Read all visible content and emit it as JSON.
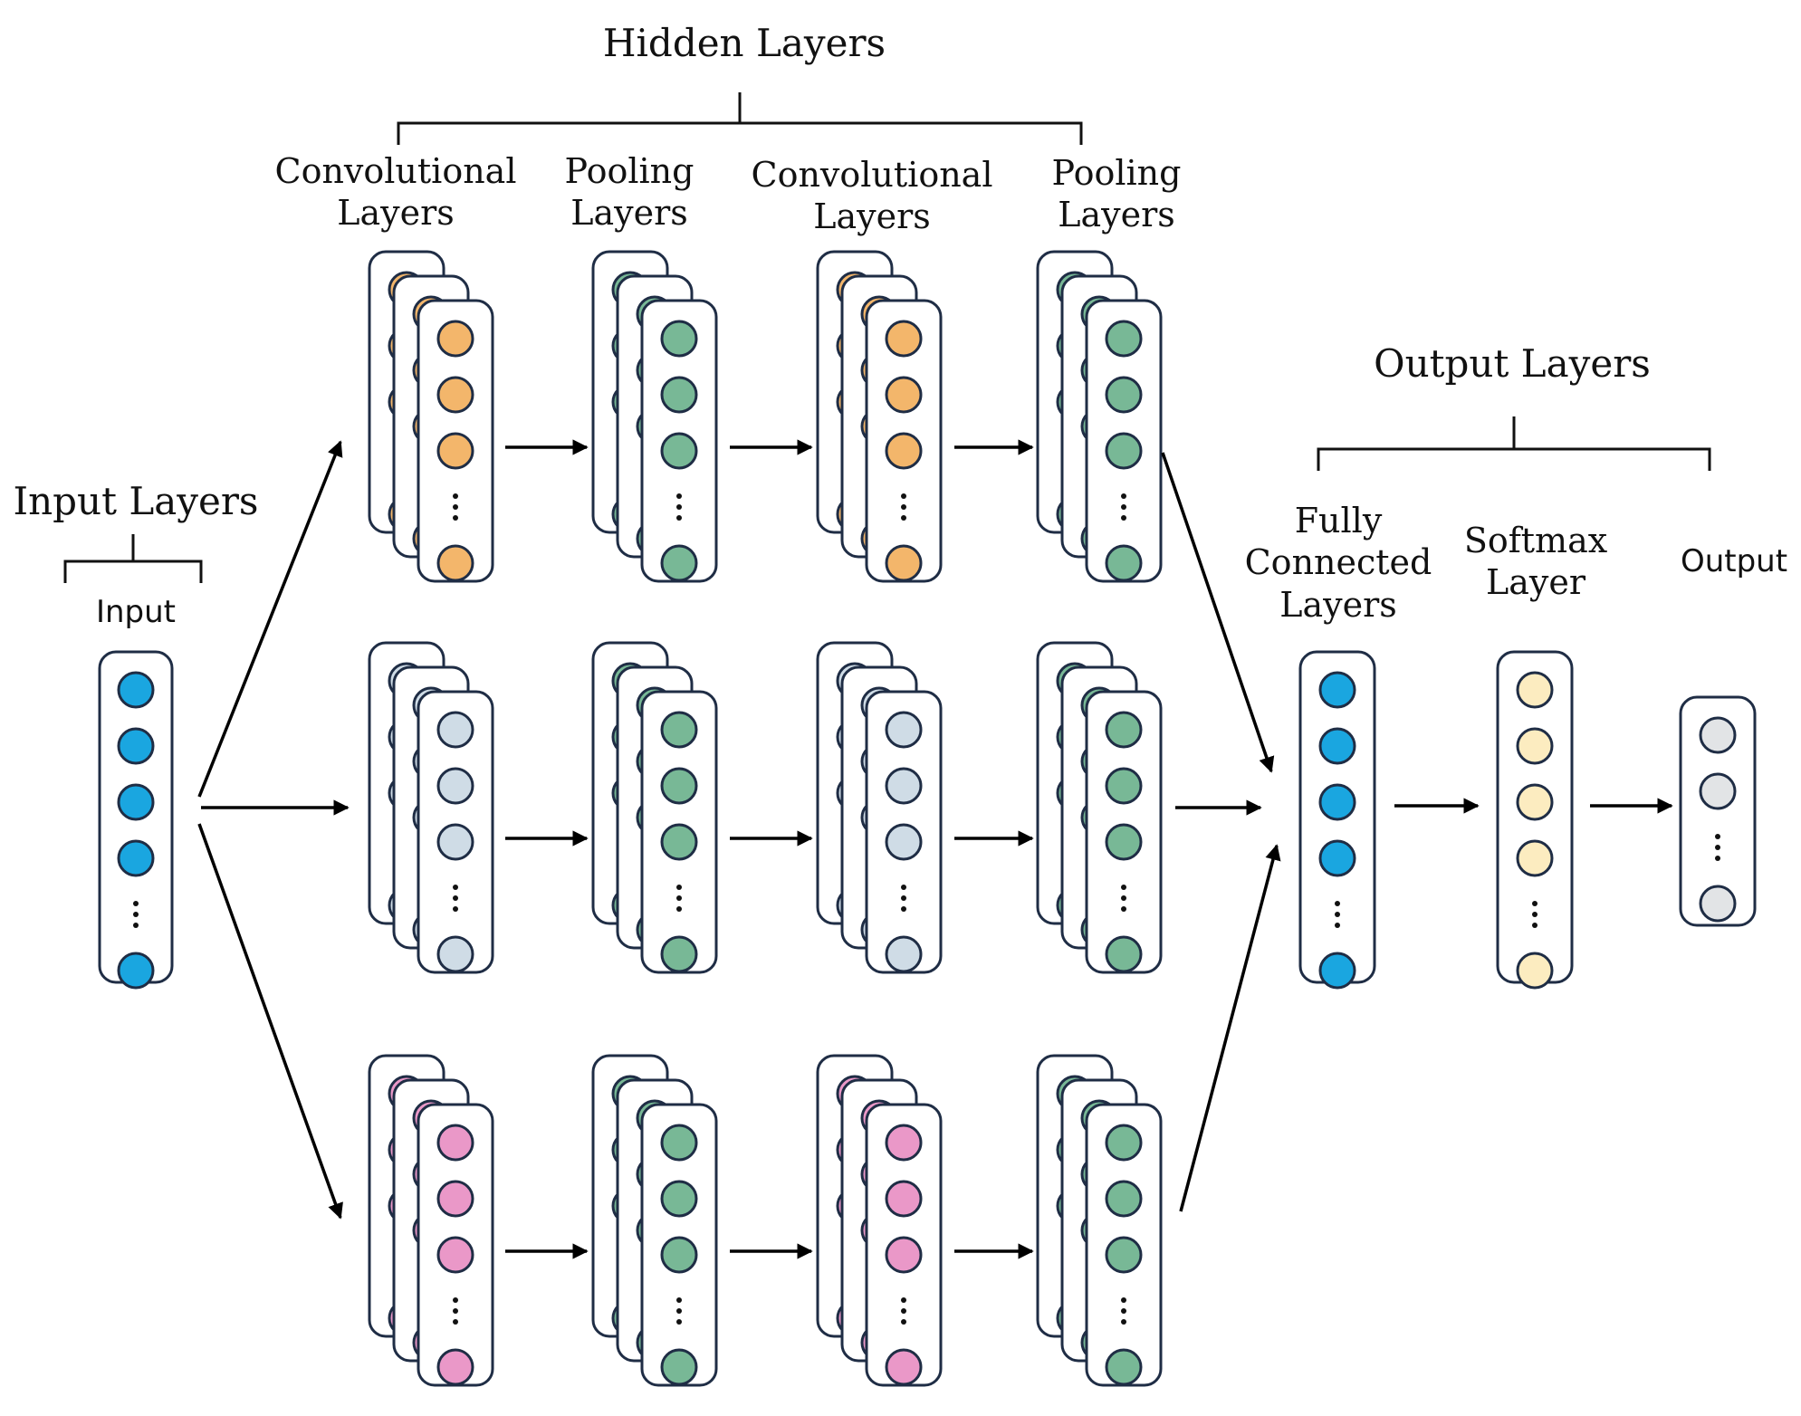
{
  "labels": {
    "hidden_layers": "Hidden Layers",
    "input_layers": "Input Layers",
    "input": "Input",
    "conv1_line1": "Convolutional",
    "conv1_line2": "Layers",
    "pool1_line1": "Pooling",
    "pool1_line2": "Layers",
    "conv2_line1": "Convolutional",
    "conv2_line2": "Layers",
    "pool2_line1": "Pooling",
    "pool2_line2": "Layers",
    "output_layers": "Output Layers",
    "fc_line1": "Fully",
    "fc_line2": "Connected",
    "fc_line3": "Layers",
    "softmax_line1": "Softmax",
    "softmax_line2": "Layer",
    "output": "Output"
  },
  "colors": {
    "outline": "#1f2d45",
    "arrow": "#000000",
    "input_node": "#1aa6e0",
    "orange_node": "#f3b66b",
    "green_node": "#78b896",
    "lightblue_node": "#cfdce6",
    "pink_node": "#ea98c8",
    "softmax_node": "#fcecc0",
    "output_node": "#e2e4e6"
  }
}
